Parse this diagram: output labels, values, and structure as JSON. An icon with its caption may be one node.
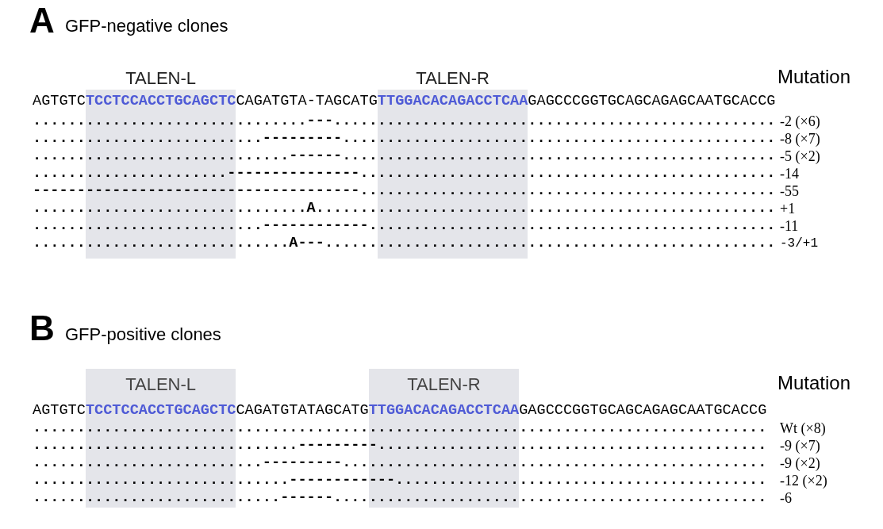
{
  "diagram": {
    "nodes": [
      {
        "text": [
          "TALEN-L"
        ]
      },
      {
        "text": [
          "TALEN-R"
        ]
      },
      {
        "text": [
          "TALEN-L"
        ]
      },
      {
        "text": [
          "TALEN-R"
        ]
      }
    ],
    "labels": [
      "A",
      "GFP-negative clones",
      "Mutation",
      "AGTGTC**TCCTCCACCTGCAGCTC**CAGATGTA-TAGCATG**TTGGACACAGACCTCAA**GAGCCCGGTGCAGCAGAGCAATGCACCG",
      "...............................---..................................................",
      "-2 (×6)",
      "..........................---------.................................................",
      "-8 (×7)",
      ".............................------.................................................",
      "-5 (×2)",
      "......................---------------...............................................",
      "-14",
      "-------------------------------------...............................................",
      "-55",
      "...............................A....................................................",
      "+1",
      "..........................------------..............................................",
      "-11",
      ".............................A---...................................................",
      "-3/+1",
      "B",
      "GFP-positive clones",
      "Mutation",
      "AGTGTC**TCCTCCACCTGCAGCTC**CAGATGTATAGCATG**TTGGACACAGACCTCAA**GAGCCCGGTGCAGCAGAGCAATGCACCG",
      "...................................................................................",
      "Wt (×8)",
      "..............................---------............................................",
      "-9 (×7)",
      "..........................---------................................................",
      "-9 (×2)",
      ".............................------------..........................................",
      "-12 (×2)",
      "............................------.................................................",
      "-6"
    ]
  }
}
